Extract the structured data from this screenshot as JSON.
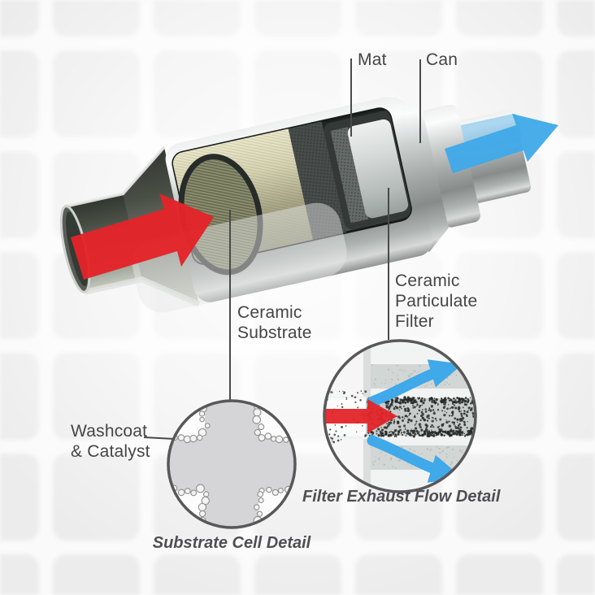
{
  "diagram": {
    "device_labels": {
      "mat": "Mat",
      "can": "Can",
      "ceramic_substrate_l1": "Ceramic",
      "ceramic_substrate_l2": "Substrate",
      "cpf_l1": "Ceramic",
      "cpf_l2": "Particulate",
      "cpf_l3": "Filter",
      "washcoat_l1": "Washcoat",
      "washcoat_l2": "& Catalyst"
    },
    "captions": {
      "substrate_cell_detail": "Substrate Cell Detail",
      "filter_exhaust_flow_detail": "Filter Exhaust Flow Detail"
    },
    "colors": {
      "exhaust_in_red": "#e32429",
      "exhaust_out_blue": "#3fa9e9",
      "label_text": "#454545",
      "caption_text": "#4f4f52",
      "leader_line": "#4a4a4a",
      "substrate_face_olive": "#8a8d6e",
      "tile_gray": "#ececec"
    }
  }
}
